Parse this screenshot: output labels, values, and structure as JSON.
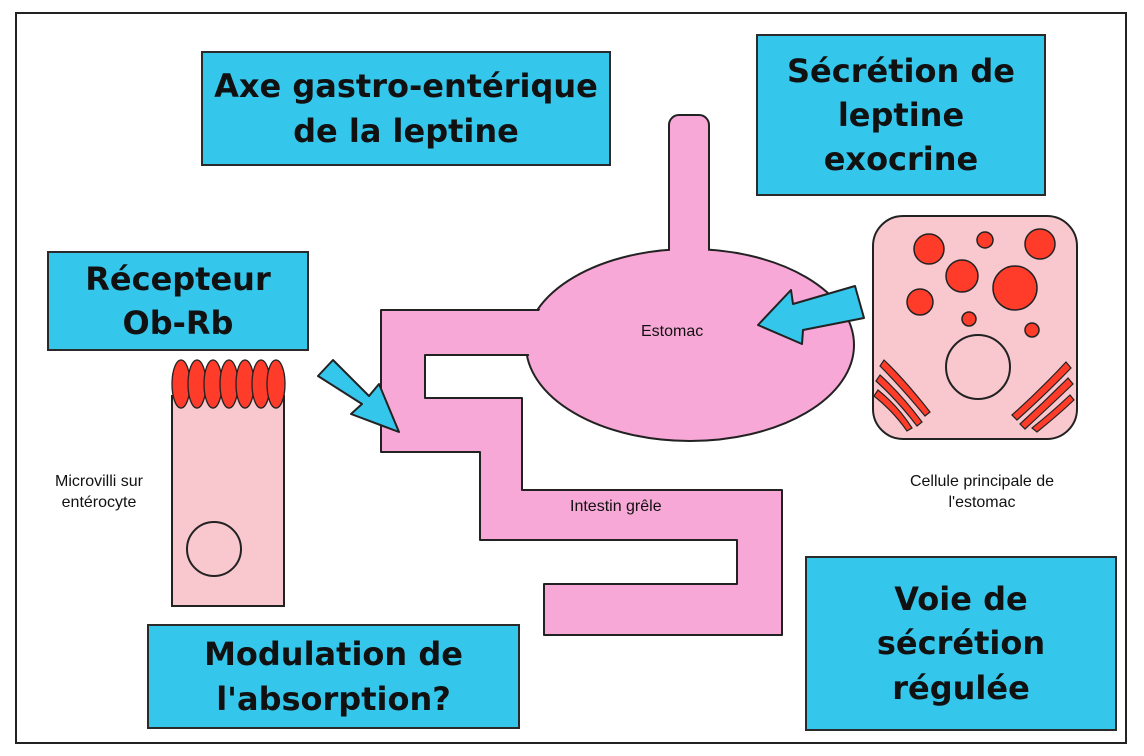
{
  "boxes": {
    "axe": [
      "Axe gastro-entérique",
      "de la leptine"
    ],
    "secretion": [
      "Sécrétion de",
      "leptine",
      "exocrine"
    ],
    "recepteur": [
      "Récepteur",
      "Ob-Rb"
    ],
    "modulation": [
      "Modulation de",
      "l'absorption?"
    ],
    "voie": [
      "Voie de",
      "sécrétion",
      "régulée"
    ]
  },
  "labels": {
    "estomac": "Estomac",
    "intestin": "Intestin grêle",
    "microvilli": [
      "Microvilli sur",
      "entérocyte"
    ],
    "cellule": [
      "Cellule principale de",
      "l'estomac"
    ]
  },
  "colors": {
    "box_fill": "#35c6ec",
    "organ_pink": "#f7a8d6",
    "cell_pink": "#f8c8ce",
    "granule_red": "#ff3b2a",
    "arrow_blue": "#35c6ec"
  }
}
